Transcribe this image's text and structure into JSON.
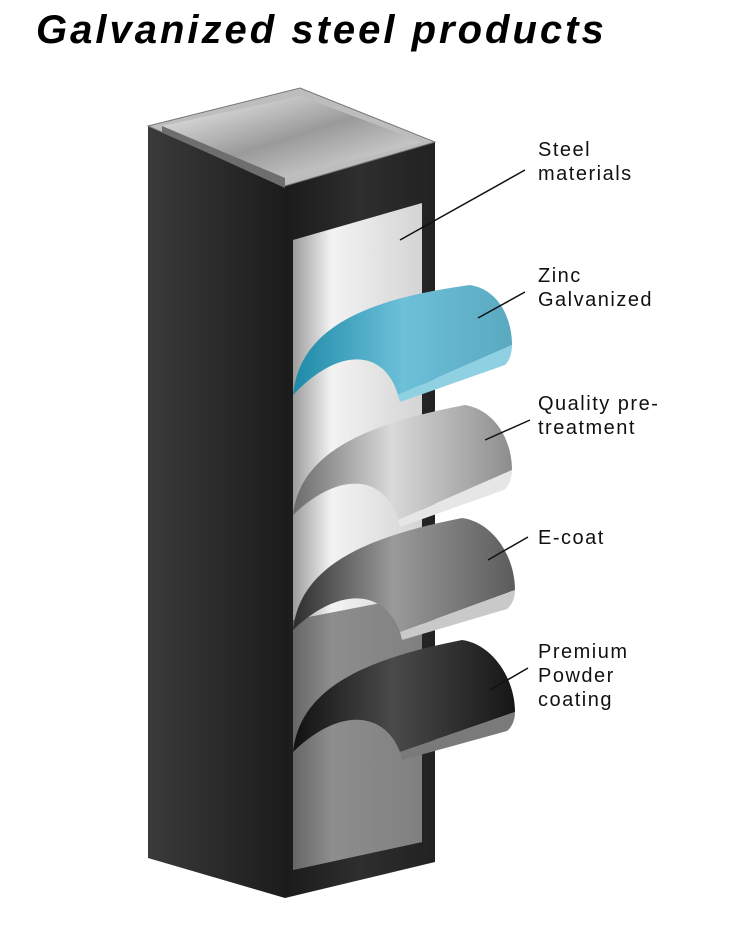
{
  "title": "Galvanized steel products",
  "layers": [
    {
      "lines": [
        "Steel",
        "materials"
      ],
      "color": "#d7d7d7"
    },
    {
      "lines": [
        "Zinc",
        "Galvanized"
      ],
      "color": "#4fa9c2"
    },
    {
      "lines": [
        "Quality pre-",
        "treatment"
      ],
      "color": "#a9a9a9"
    },
    {
      "lines": [
        "E-coat"
      ],
      "color": "#6f6f6f"
    },
    {
      "lines": [
        "Premium",
        "Powder",
        "coating"
      ],
      "color": "#1e1e1e"
    }
  ],
  "tube_color": "#2b2b2b"
}
